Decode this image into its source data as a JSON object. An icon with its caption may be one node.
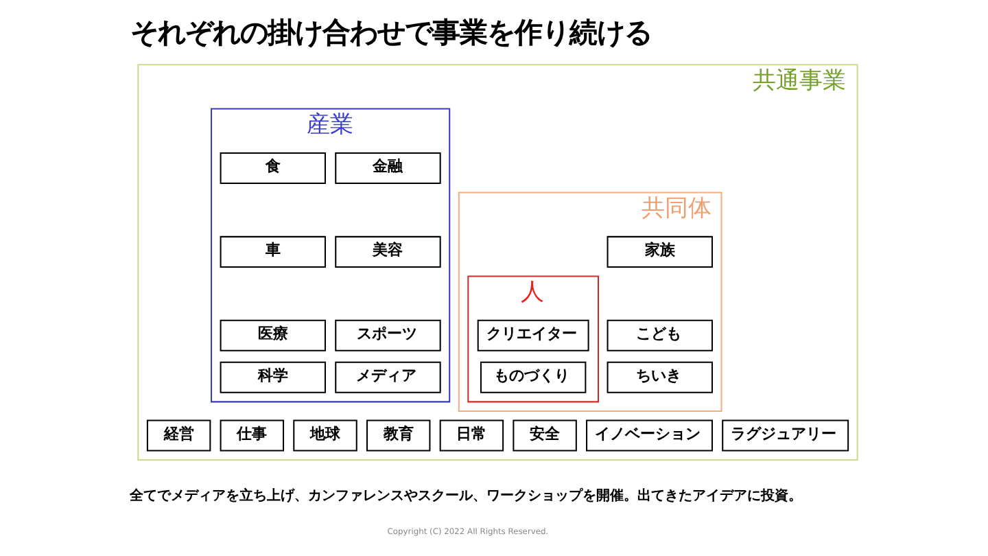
{
  "diagram": {
    "title": "それぞれの掛け合わせで事業を作り続ける",
    "caption": "全てでメディアを立ち上げ、カンファレンスやスクール、ワークショップを開催。出てきたアイデアに投資。",
    "nodes": [
      {
        "text": [
          "共通事業"
        ]
      },
      {
        "text": [
          "産業"
        ],
        "in": 0
      },
      {
        "text": [
          "食"
        ],
        "in": 1
      },
      {
        "text": [
          "金融"
        ],
        "in": 1
      },
      {
        "text": [
          "車"
        ],
        "in": 1
      },
      {
        "text": [
          "美容"
        ],
        "in": 1
      },
      {
        "text": [
          "医療"
        ],
        "in": 1
      },
      {
        "text": [
          "スポーツ"
        ],
        "in": 1
      },
      {
        "text": [
          "科学"
        ],
        "in": 1
      },
      {
        "text": [
          "メディア"
        ],
        "in": 1
      },
      {
        "text": [
          "共同体"
        ],
        "in": 0
      },
      {
        "text": [
          "人"
        ],
        "in": 10
      },
      {
        "text": [
          "クリエイター"
        ],
        "in": 11
      },
      {
        "text": [
          "ものづくり"
        ],
        "in": 11
      },
      {
        "text": [
          "家族"
        ],
        "in": 10
      },
      {
        "text": [
          "こども"
        ],
        "in": 10
      },
      {
        "text": [
          "ちいき"
        ],
        "in": 10
      },
      {
        "text": [
          "経営"
        ],
        "in": 0
      },
      {
        "text": [
          "仕事"
        ],
        "in": 0
      },
      {
        "text": [
          "地球"
        ],
        "in": 0
      },
      {
        "text": [
          "教育"
        ],
        "in": 0
      },
      {
        "text": [
          "日常"
        ],
        "in": 0
      },
      {
        "text": [
          "安全"
        ],
        "in": 0
      },
      {
        "text": [
          "イノベーション"
        ],
        "in": 0
      },
      {
        "text": [
          "ラグジュアリー"
        ],
        "in": 0
      }
    ],
    "labels": [
      "Copyright (C) 2022 All Rights Reserved."
    ]
  }
}
